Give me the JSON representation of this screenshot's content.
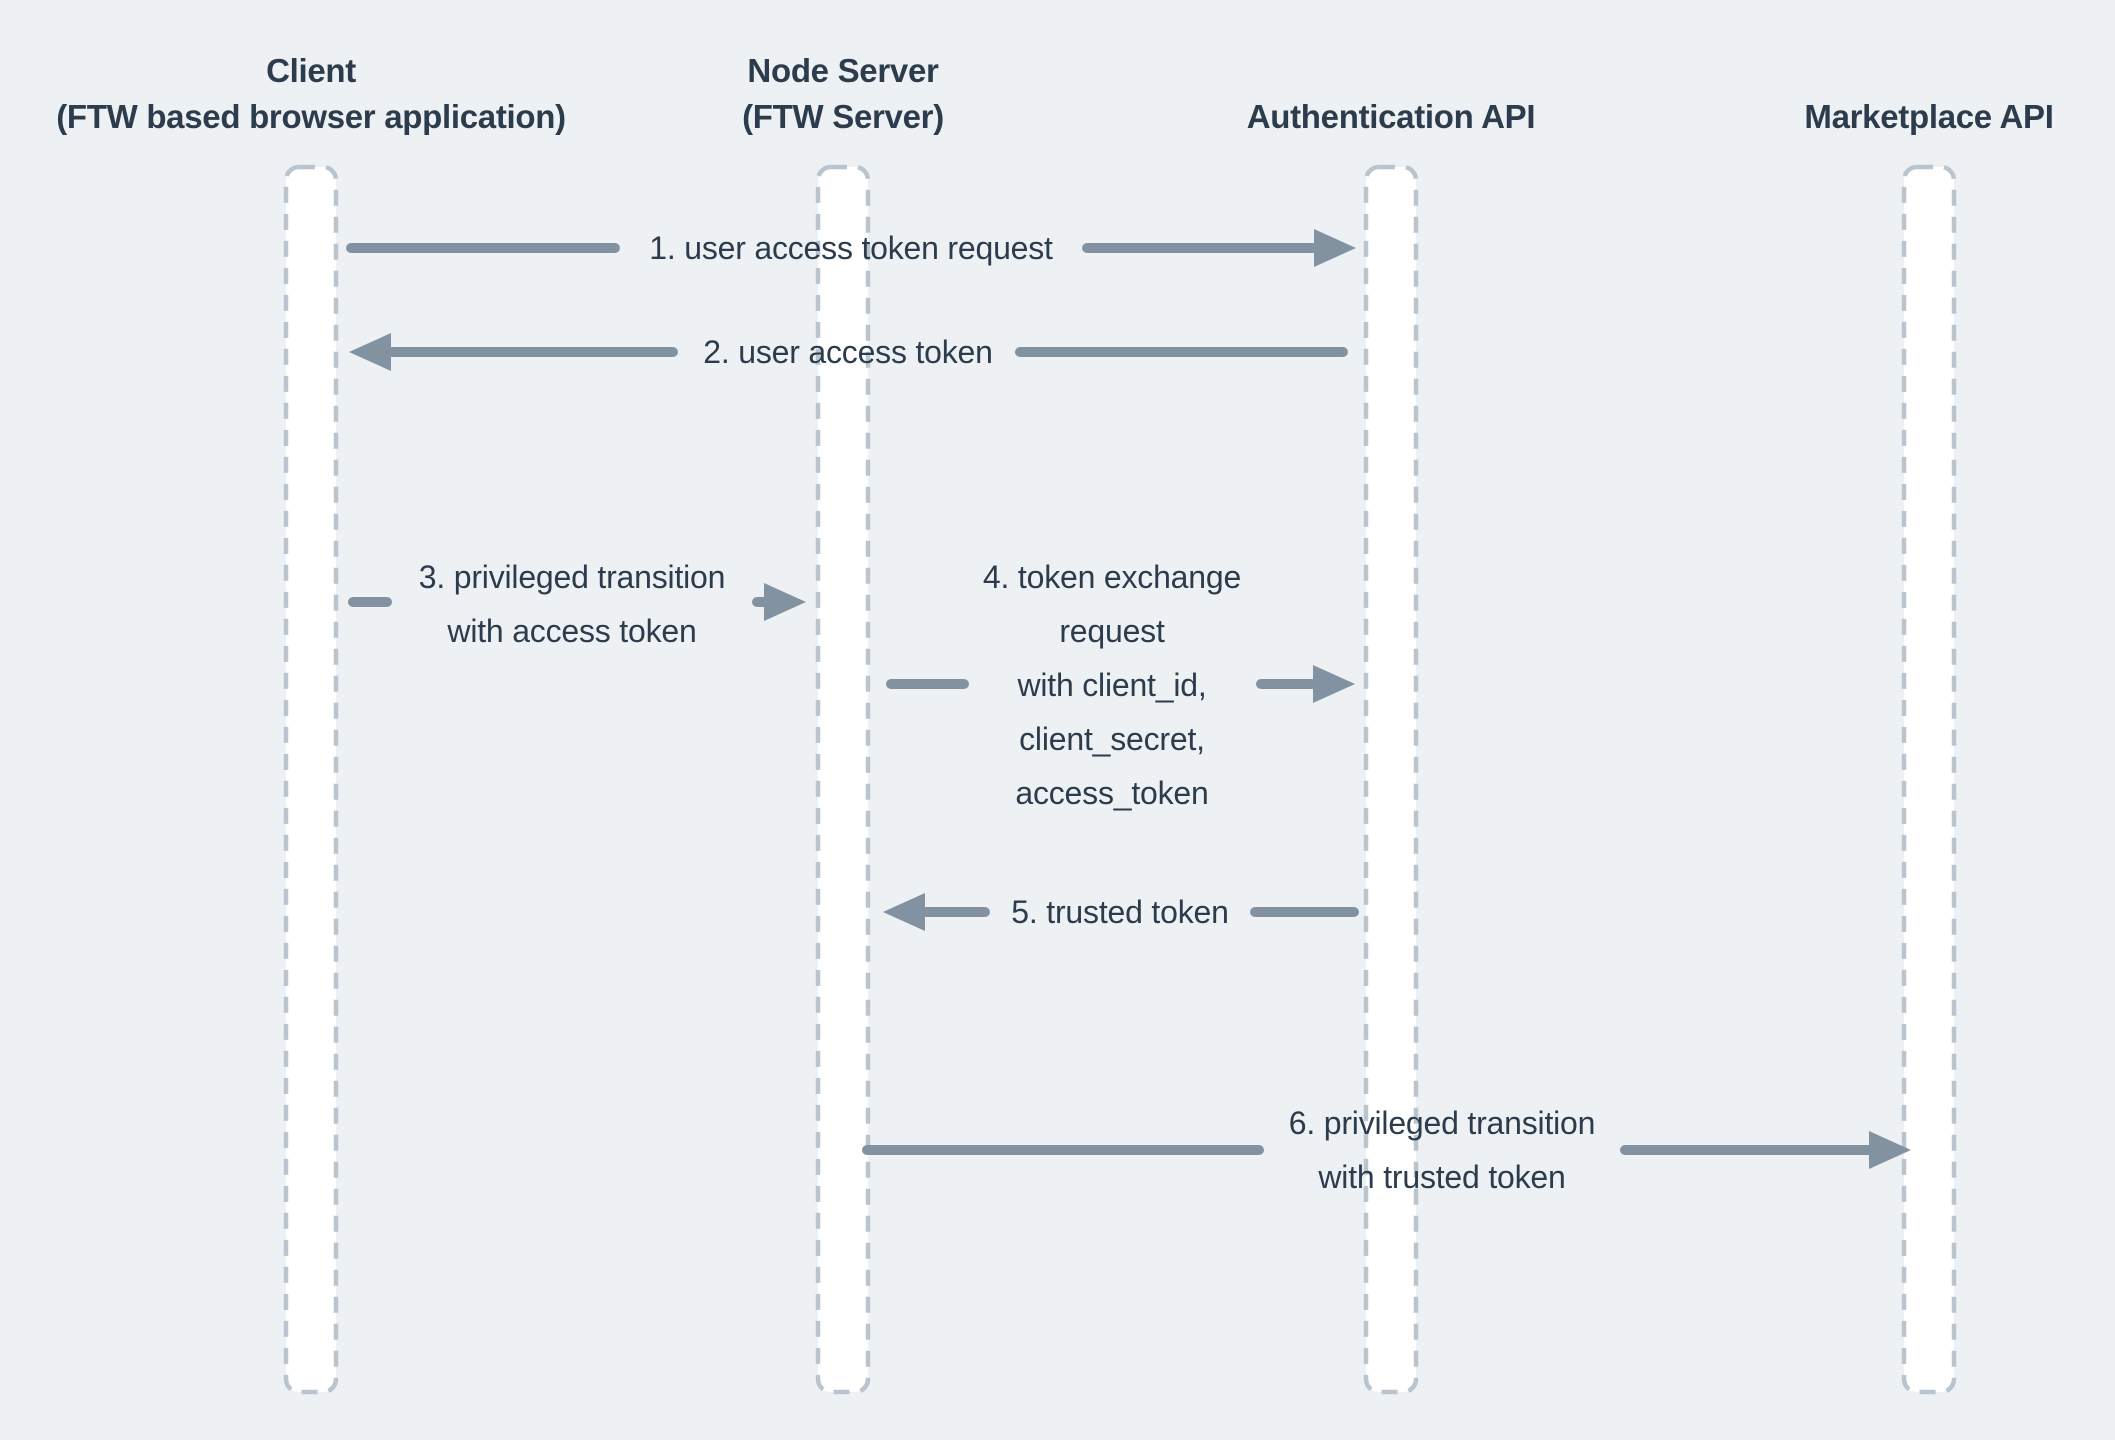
{
  "diagram_type": "sequence-diagram",
  "participants": [
    {
      "name": "Client",
      "subtitle": "(FTW based browser application)"
    },
    {
      "name": "Node Server",
      "subtitle": "(FTW Server)"
    },
    {
      "name": "Authentication API",
      "subtitle": ""
    },
    {
      "name": "Marketplace API",
      "subtitle": ""
    }
  ],
  "messages": [
    {
      "num": "1",
      "label": "1. user access token request",
      "from": "Client",
      "to": "Authentication API",
      "direction": "right"
    },
    {
      "num": "2",
      "label": "2. user access token",
      "from": "Authentication API",
      "to": "Client",
      "direction": "left"
    },
    {
      "num": "3",
      "label": "3. privileged transition\nwith access token",
      "from": "Client",
      "to": "Node Server",
      "direction": "right"
    },
    {
      "num": "4",
      "label": "4. token exchange\nrequest\nwith client_id,\nclient_secret,\naccess_token",
      "from": "Node Server",
      "to": "Authentication API",
      "direction": "right"
    },
    {
      "num": "5",
      "label": "5. trusted token",
      "from": "Authentication API",
      "to": "Node Server",
      "direction": "left"
    },
    {
      "num": "6",
      "label": "6. privileged transition\nwith trusted token",
      "from": "Node Server",
      "to": "Marketplace API",
      "direction": "right"
    }
  ],
  "colors": {
    "background": "#eef1f4",
    "arrow_line": "#8392a1",
    "text": "#2c3c4c",
    "lifeline_border": "#bac4ce",
    "lifeline_fill": "#ffffff"
  }
}
